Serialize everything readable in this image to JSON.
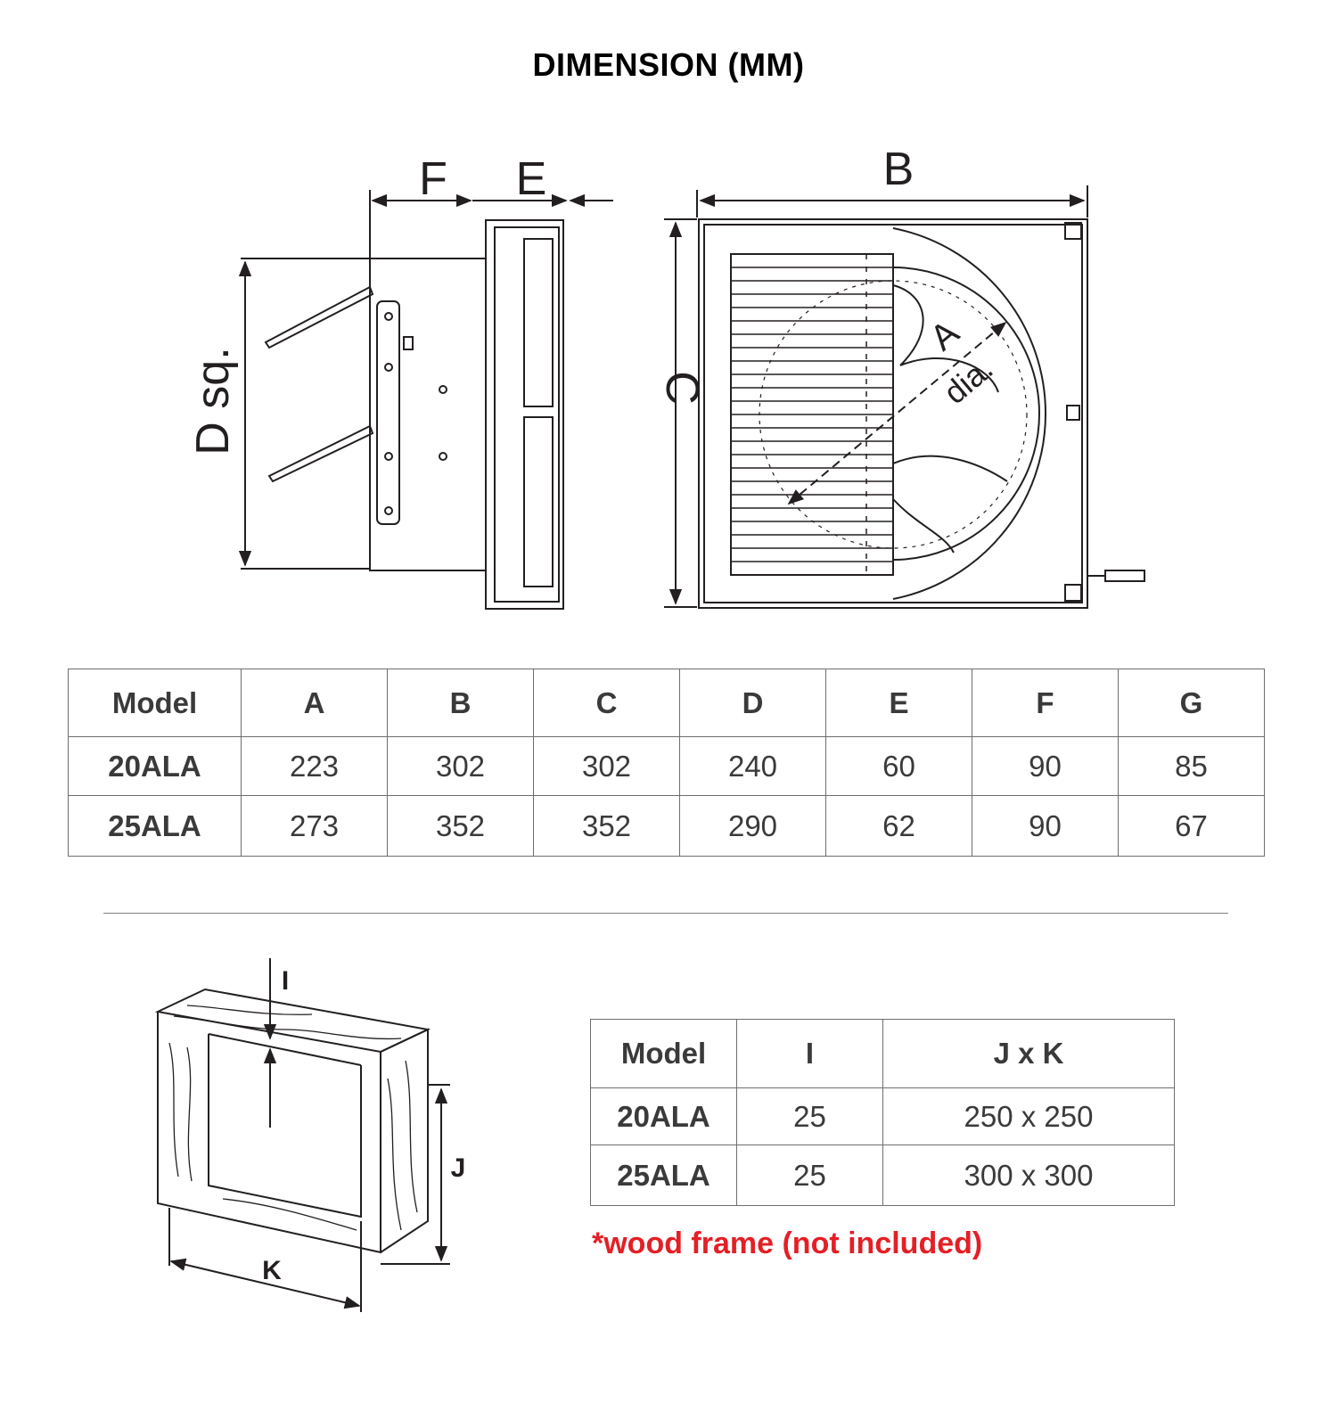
{
  "title": "DIMENSION (MM)",
  "diagram_labels": {
    "f": "F",
    "e": "E",
    "b": "B",
    "c": "C",
    "d": "D sq.",
    "a": "A",
    "dia": "dia.",
    "i": "I",
    "j": "J",
    "k": "K"
  },
  "main_table": {
    "headers": [
      "Model",
      "A",
      "B",
      "C",
      "D",
      "E",
      "F",
      "G"
    ],
    "rows": [
      [
        "20ALA",
        "223",
        "302",
        "302",
        "240",
        "60",
        "90",
        "85"
      ],
      [
        "25ALA",
        "273",
        "352",
        "352",
        "290",
        "62",
        "90",
        "67"
      ]
    ]
  },
  "frame_table": {
    "headers": [
      "Model",
      "I",
      "J x K"
    ],
    "rows": [
      [
        "20ALA",
        "25",
        "250 x 250"
      ],
      [
        "25ALA",
        "25",
        "300 x 300"
      ]
    ]
  },
  "note": "*wood frame (not included)"
}
